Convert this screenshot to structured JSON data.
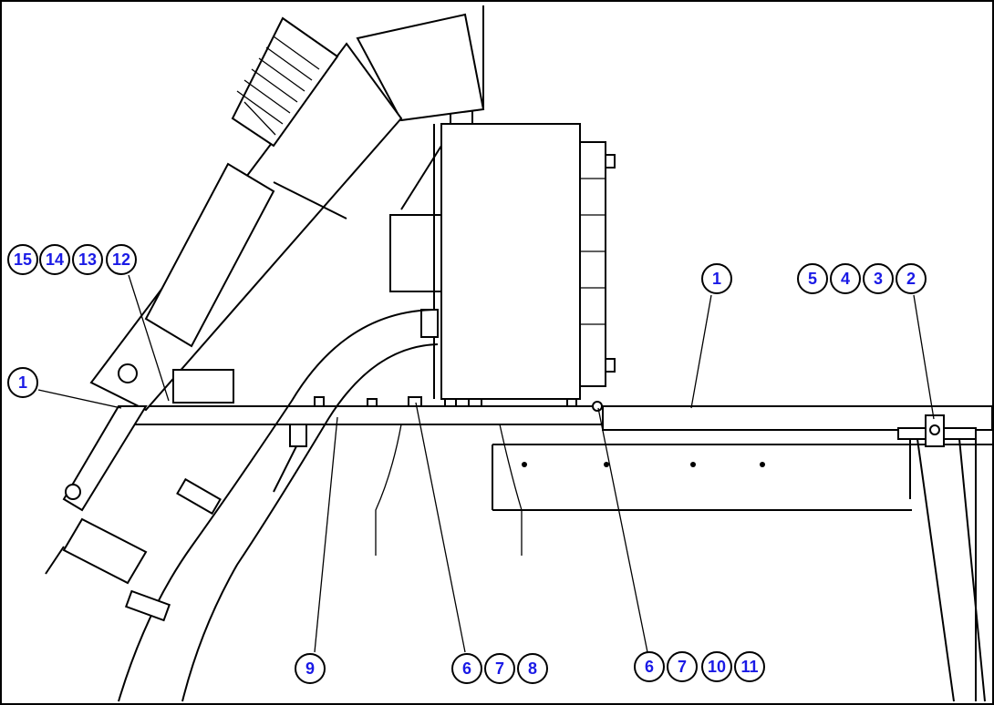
{
  "diagram": {
    "callouts": [
      {
        "id": "c-15",
        "label": "15"
      },
      {
        "id": "c-14",
        "label": "14"
      },
      {
        "id": "c-13",
        "label": "13"
      },
      {
        "id": "c-12",
        "label": "12"
      },
      {
        "id": "c-1-left",
        "label": "1"
      },
      {
        "id": "c-1-mid",
        "label": "1"
      },
      {
        "id": "c-5",
        "label": "5"
      },
      {
        "id": "c-4",
        "label": "4"
      },
      {
        "id": "c-3",
        "label": "3"
      },
      {
        "id": "c-2",
        "label": "2"
      },
      {
        "id": "c-9",
        "label": "9"
      },
      {
        "id": "c-6a",
        "label": "6"
      },
      {
        "id": "c-7a",
        "label": "7"
      },
      {
        "id": "c-8",
        "label": "8"
      },
      {
        "id": "c-6b",
        "label": "6"
      },
      {
        "id": "c-7b",
        "label": "7"
      },
      {
        "id": "c-10",
        "label": "10"
      },
      {
        "id": "c-11",
        "label": "11"
      }
    ],
    "colors": {
      "callout_text": "#1a1ae6",
      "line": "#000000",
      "background": "#ffffff"
    }
  }
}
